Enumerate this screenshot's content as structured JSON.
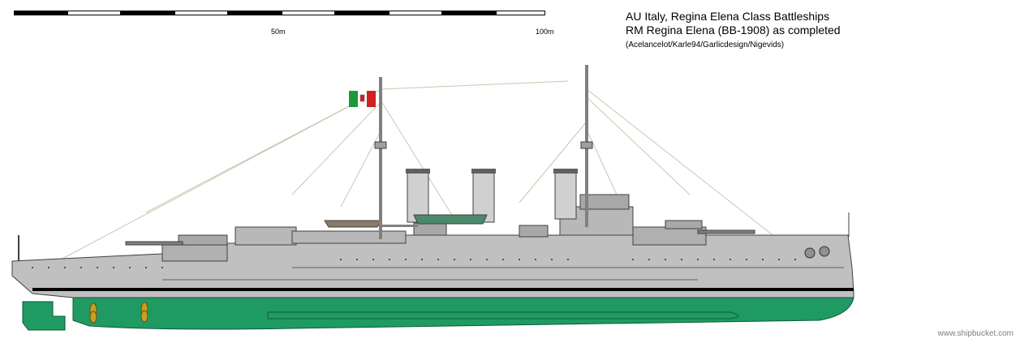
{
  "scale": {
    "label_mid": "50m",
    "label_end": "100m"
  },
  "title": {
    "line1": "AU Italy, Regina Elena Class Battleships",
    "line2": "RM Regina Elena (BB-1908) as completed",
    "credits": "(Acelancelot/Karle94/Garlicdesign/Nigevids)"
  },
  "watermark": "www.shipbucket.com",
  "colors": {
    "hull_upper": "#c0c0c0",
    "hull_lower": "#1f9a63",
    "boot_top": "#000000",
    "deck_dark": "#808080",
    "flag_green": "#1a9a3a",
    "flag_red": "#d02020",
    "propeller": "#c8a020"
  }
}
